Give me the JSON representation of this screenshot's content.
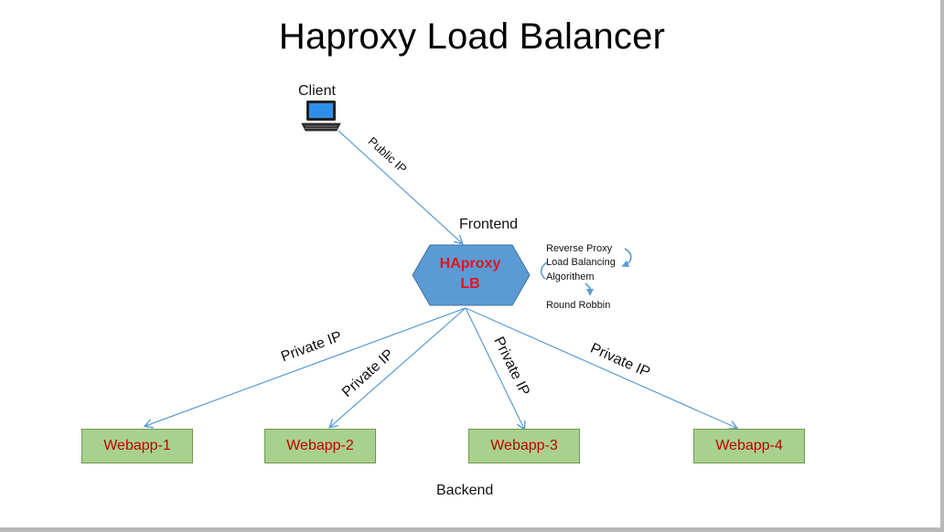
{
  "title": "Haproxy Load Balancer",
  "client": {
    "label": "Client",
    "icon": "laptop-icon"
  },
  "connections": {
    "public": "Public IP",
    "private_1": "Private IP",
    "private_2": "Private IP",
    "private_3": "Private IP",
    "private_4": "Private IP"
  },
  "frontend_label": "Frontend",
  "load_balancer": {
    "line1": "HAproxy",
    "line2": "LB",
    "fill": "#5b9bd5",
    "text_color": "#e3131a"
  },
  "features": {
    "reverse_proxy": "Reverse Proxy",
    "load_balancing": "Load Balancing",
    "algorithm": "Algorithem",
    "round_robin": "Round Robbin"
  },
  "webapps": [
    "Webapp-1",
    "Webapp-2",
    "Webapp-3",
    "Webapp-4"
  ],
  "backend_label": "Backend",
  "colors": {
    "connector": "#5b9bd5",
    "webapp_fill": "#a9d18e",
    "webapp_text": "#c00000"
  }
}
